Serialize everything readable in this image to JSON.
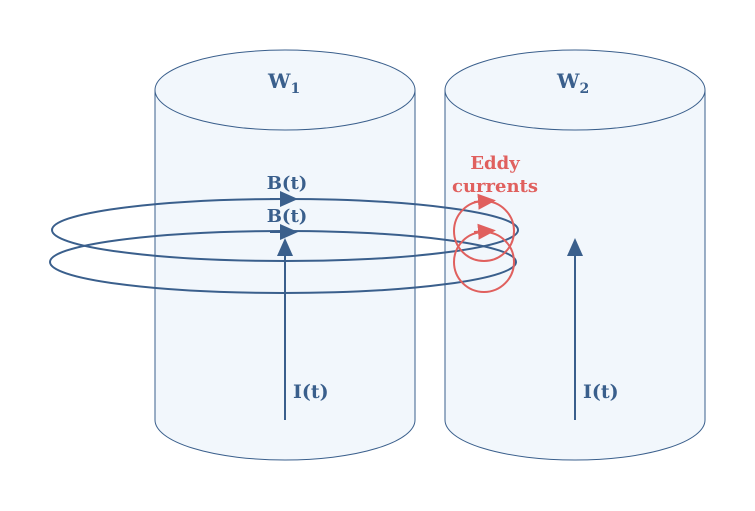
{
  "diagram": {
    "wires": [
      {
        "label_base": "W",
        "label_sub": "1",
        "current_label": "I(t)"
      },
      {
        "label_base": "W",
        "label_sub": "2",
        "current_label": "I(t)"
      }
    ],
    "field_labels": [
      "B(t)",
      "B(t)"
    ],
    "eddy_label_line1": "Eddy",
    "eddy_label_line2": "currents",
    "colors": {
      "wire_fill": "#f2f7fc",
      "wire_stroke": "#3a5f8c",
      "field": "#3a5f8c",
      "eddy": "#e0605e"
    }
  }
}
